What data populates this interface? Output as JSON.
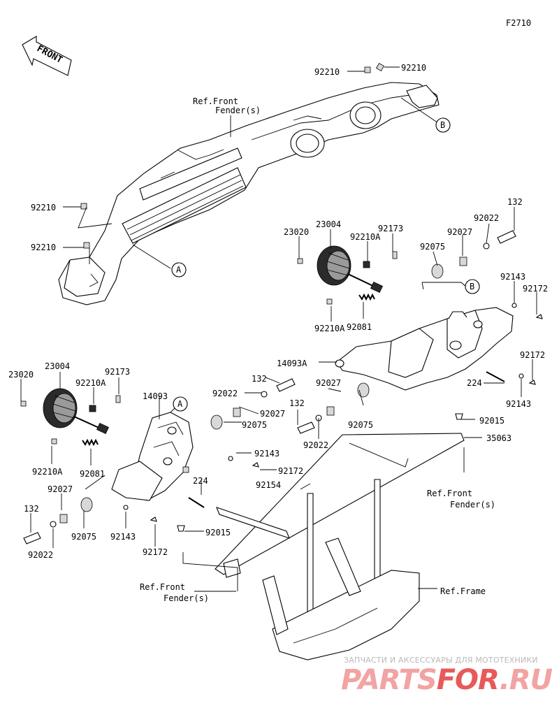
{
  "figure_code": "F2710",
  "front_label": "FRONT",
  "callouts": {
    "a": "A",
    "b": "B"
  },
  "refs": {
    "front_fender_top": [
      "Ref.Front",
      "Fender(s)"
    ],
    "front_fender_right": [
      "Ref.Front",
      "Fender(s)"
    ],
    "front_fender_bottom": [
      "Ref.Front",
      "Fender(s)"
    ],
    "frame": "Ref.Frame"
  },
  "part_numbers": [
    "92210",
    "92210",
    "92210",
    "92210",
    "23020",
    "23004",
    "92210A",
    "92173",
    "92022",
    "132",
    "92027",
    "92075",
    "92143",
    "92172",
    "92210A",
    "92081",
    "14093A",
    "92172",
    "224",
    "92143",
    "23020",
    "23004",
    "92210A",
    "92173",
    "14093",
    "132",
    "92022",
    "92027",
    "92027",
    "132",
    "92075",
    "92075",
    "92015",
    "35063",
    "92022",
    "92143",
    "92172",
    "92210A",
    "92081",
    "224",
    "92154",
    "92027",
    "132",
    "92075",
    "92143",
    "92022",
    "92172",
    "92015"
  ],
  "watermark": {
    "line1": "ЗАПЧАСТИ И АКСЕССУАРЫ ДЛЯ МОТОТЕХНИКИ",
    "brand_a": "PARTS",
    "brand_b": "FOR",
    "brand_c": ".RU",
    "color_primary": "#e85a5a",
    "color_secondary": "#f2a3a3"
  }
}
